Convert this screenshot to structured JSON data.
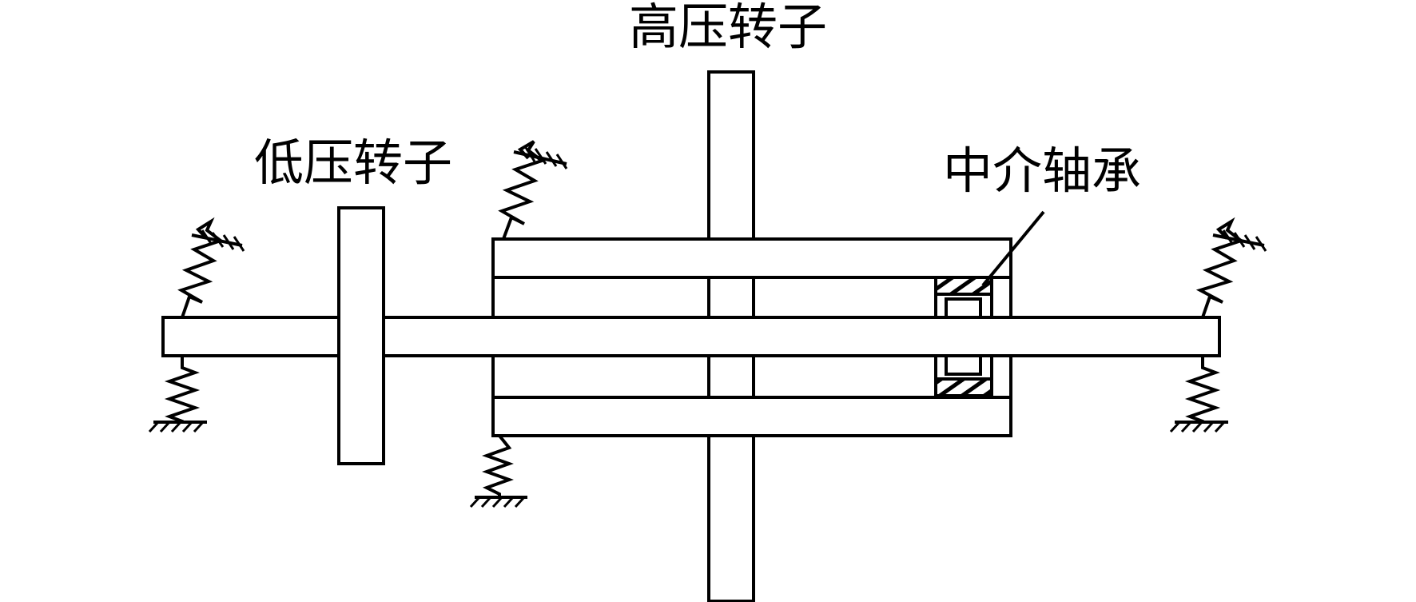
{
  "labels": {
    "high_pressure_rotor": "高压转子",
    "low_pressure_rotor": "低压转子",
    "intermediate_bearing": "中介轴承"
  }
}
